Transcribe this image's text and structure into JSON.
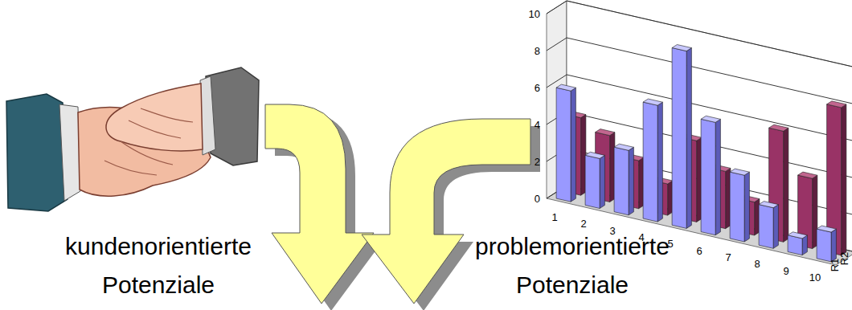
{
  "diagram": {
    "labels": [
      "kundenorientierte Potenziale",
      "problemorientierte Potenziale",
      "0",
      "2",
      "4",
      "6",
      "8",
      "10",
      "1",
      "2",
      "3",
      "4",
      "5",
      "6",
      "7",
      "8",
      "9",
      "10",
      "R1",
      "R2"
    ]
  }
}
